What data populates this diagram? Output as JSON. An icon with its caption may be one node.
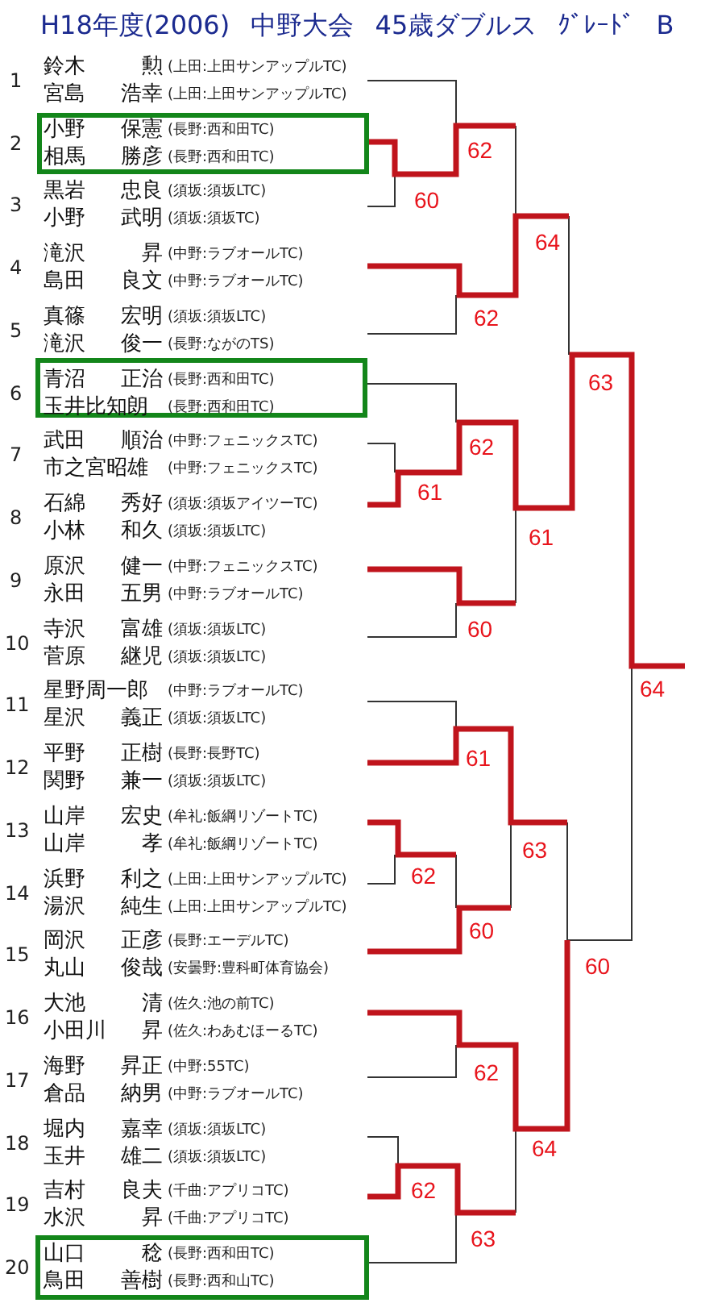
{
  "diagram": {
    "title": "H18年度(2006) 中野大会 45歳ダブルス ｸﾞﾚｰﾄﾞ B",
    "nodes": [
      {
        "text": [
          "小野",
          "保憲",
          "(長野:西和田TC)",
          "相馬",
          "勝彦",
          "(長野:西和田TC)"
        ],
        "beside": [
          "2"
        ]
      },
      {
        "text": [
          "青沼",
          "正治",
          "(長野:西和田TC)",
          "玉井比知朗",
          "(長野:西和田TC)"
        ],
        "beside": [
          "6"
        ]
      },
      {
        "text": [
          "山口",
          "稔",
          "(長野:西和田TC)",
          "鳥田",
          "善樹",
          "(長野:西和山TC)"
        ],
        "beside": [
          "20"
        ]
      }
    ],
    "labels": [
      "1",
      "鈴木",
      "勲",
      "(上田:上田サンアップルTC)",
      "宮島",
      "浩幸",
      "(上田:上田サンアップルTC)",
      "3",
      "黒岩",
      "忠良",
      "(須坂:須坂LTC)",
      "小野",
      "武明",
      "(須坂:須坂TC)",
      "4",
      "滝沢",
      "昇",
      "(中野:ラブオールTC)",
      "島田",
      "良文",
      "(中野:ラブオールTC)",
      "5",
      "真篠",
      "宏明",
      "(須坂:須坂LTC)",
      "滝沢",
      "俊一",
      "(長野:ながのTS)",
      "7",
      "武田",
      "順治",
      "(中野:フェニックスTC)",
      "市之宮昭雄",
      "(中野:フェニックスTC)",
      "8",
      "石綿",
      "秀好",
      "(須坂:須坂アイツーTC)",
      "小林",
      "和久",
      "(須坂:須坂LTC)",
      "9",
      "原沢",
      "健一",
      "(中野:フェニックスTC)",
      "永田",
      "五男",
      "(中野:ラブオールTC)",
      "10",
      "寺沢",
      "富雄",
      "(須坂:須坂LTC)",
      "菅原",
      "継児",
      "(須坂:須坂LTC)",
      "11",
      "星野周一郎",
      "(中野:ラブオールTC)",
      "星沢",
      "義正",
      "(須坂:須坂LTC)",
      "12",
      "平野",
      "正樹",
      "(長野:長野TC)",
      "関野",
      "兼一",
      "(須坂:須坂LTC)",
      "13",
      "山岸",
      "宏史",
      "(牟礼:飯綱リゾートTC)",
      "山岸",
      "孝",
      "(牟礼:飯綱リゾートTC)",
      "14",
      "浜野",
      "利之",
      "(上田:上田サンアップルTC)",
      "湯沢",
      "純生",
      "(上田:上田サンアップルTC)",
      "15",
      "岡沢",
      "正彦",
      "(長野:エーデルTC)",
      "丸山",
      "俊哉",
      "(安曇野:豊科町体育協会)",
      "16",
      "大池",
      "清",
      "(佐久:池の前TC)",
      "小田川",
      "昇",
      "(佐久:わあむほーるTC)",
      "17",
      "海野",
      "昇正",
      "(中野:55TC)",
      "倉品",
      "納男",
      "(中野:ラブオールTC)",
      "18",
      "堀内",
      "嘉幸",
      "(須坂:須坂LTC)",
      "玉井",
      "雄二",
      "(須坂:須坂LTC)",
      "19",
      "吉村",
      "良夫",
      "(千曲:アプリコTC)",
      "水沢",
      "昇",
      "(千曲:アプリコTC)",
      "62",
      "60",
      "64",
      "62",
      "63",
      "62",
      "61",
      "61",
      "60",
      "64",
      "61",
      "63",
      "62",
      "60",
      "60",
      "62",
      "64",
      "62",
      "63"
    ]
  }
}
